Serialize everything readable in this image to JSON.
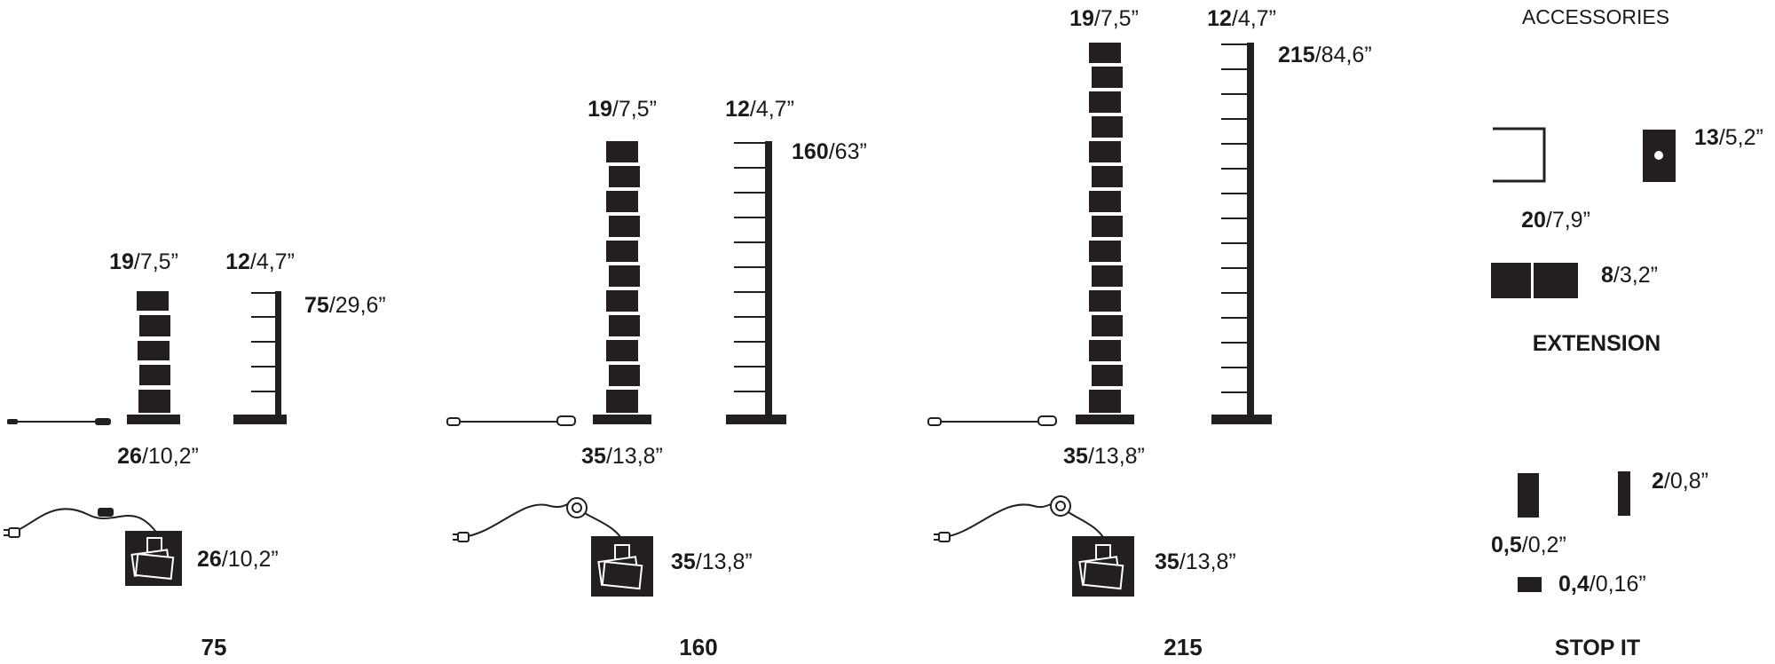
{
  "colors": {
    "ink": "#231f20",
    "paper": "#ffffff",
    "text": "#1a1a1a"
  },
  "icons": [
    "power-plug-icon",
    "cord-switch-icon",
    "book-stack-icon"
  ],
  "models": [
    {
      "name": "75",
      "front_width": {
        "b": "19",
        "r": "/7,5”"
      },
      "side_depth": {
        "b": "12",
        "r": "/4,7”"
      },
      "height": {
        "b": "75",
        "r": "/29,6”"
      },
      "base_width": {
        "b": "26",
        "r": "/10,2”"
      },
      "top_view": {
        "b": "26",
        "r": "/10,2”"
      }
    },
    {
      "name": "160",
      "front_width": {
        "b": "19",
        "r": "/7,5”"
      },
      "side_depth": {
        "b": "12",
        "r": "/4,7”"
      },
      "height": {
        "b": "160",
        "r": "/63”"
      },
      "base_width": {
        "b": "35",
        "r": "/13,8”"
      },
      "top_view": {
        "b": "35",
        "r": "/13,8”"
      }
    },
    {
      "name": "215",
      "front_width": {
        "b": "19",
        "r": "/7,5”"
      },
      "side_depth": {
        "b": "12",
        "r": "/4,7”"
      },
      "height": {
        "b": "215",
        "r": "/84,6”"
      },
      "base_width": {
        "b": "35",
        "r": "/13,8”"
      },
      "top_view": {
        "b": "35",
        "r": "/13,8”"
      }
    }
  ],
  "accessories": {
    "title": "ACCESSORIES",
    "extension": {
      "label": "EXTENSION",
      "bracket_width": {
        "b": "20",
        "r": "/7,9”"
      },
      "side_width": {
        "b": "13",
        "r": "/5,2”"
      },
      "block_height": {
        "b": "8",
        "r": "/3,2”"
      }
    },
    "stop_it": {
      "label": "STOP IT",
      "thick_depth": {
        "b": "0,5",
        "r": "/0,2”"
      },
      "thin_depth": {
        "b": "2",
        "r": "/0,8”"
      },
      "small_depth": {
        "b": "0,4",
        "r": "/0,16”"
      }
    }
  }
}
